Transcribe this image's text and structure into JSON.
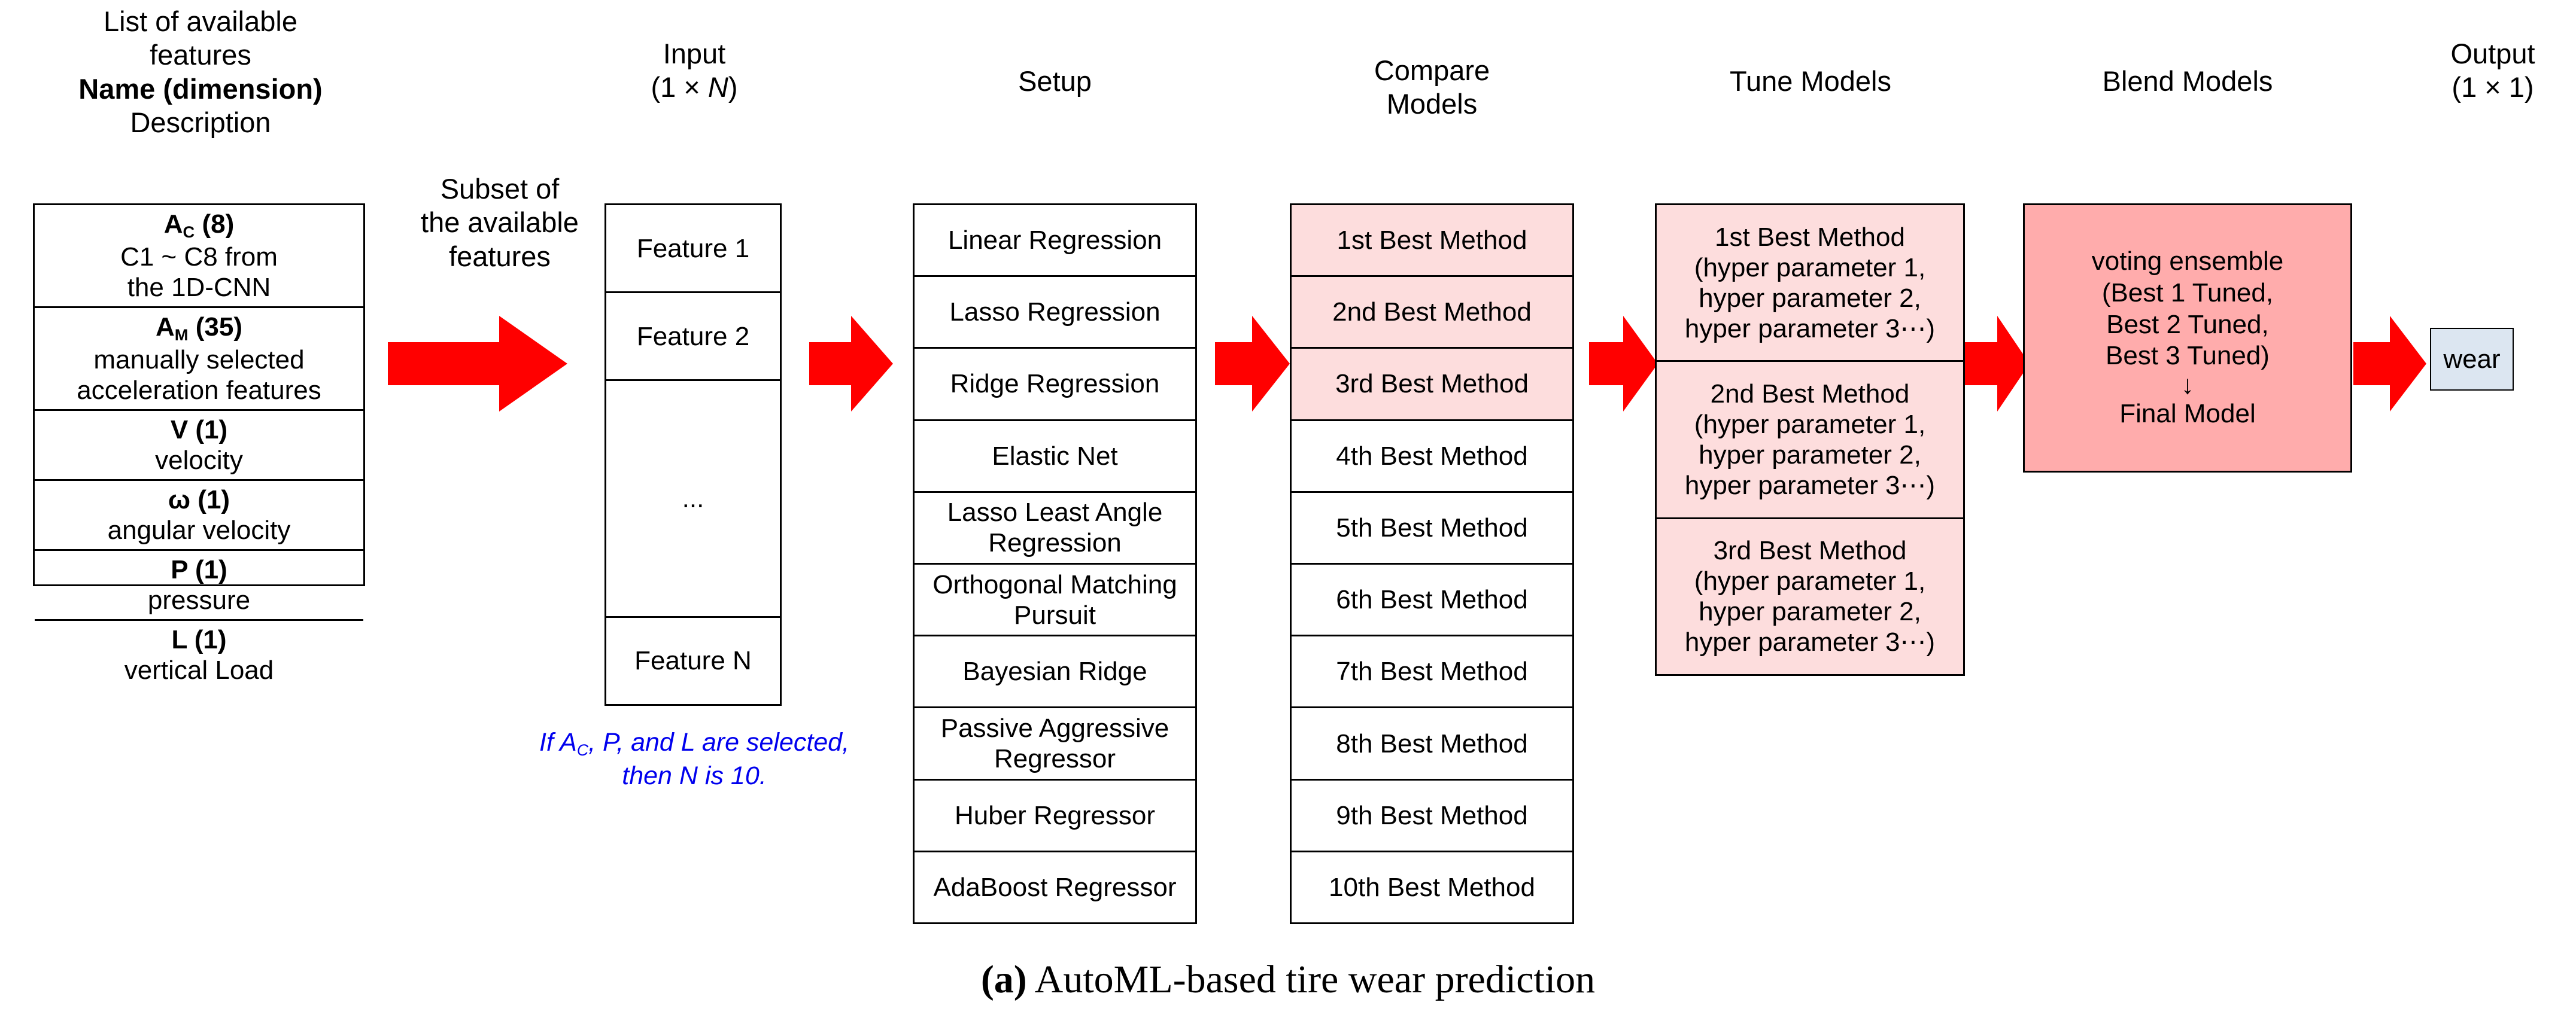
{
  "colors": {
    "arrow_red": "#FF0000",
    "pink_light": "#FDDDDD",
    "pink_strong": "#FFACAC",
    "output_blue": "#DCE6F1",
    "note_blue": "#0000EE",
    "border": "#000000"
  },
  "columns": {
    "features": {
      "header_line1": "List of available",
      "header_line2": "features",
      "header_line3": "Name (dimension)",
      "header_line4": "Description",
      "rows": [
        {
          "name": "A",
          "sub": "C",
          "dim": " (8)",
          "desc_line1": "C1 ~ C8 from",
          "desc_line2": "the 1D-CNN"
        },
        {
          "name": "A",
          "sub": "M",
          "dim": " (35)",
          "desc_line1": "manually selected",
          "desc_line2": "acceleration features"
        },
        {
          "name": "V",
          "sub": "",
          "dim": " (1)",
          "desc_line1": "velocity",
          "desc_line2": ""
        },
        {
          "name": "ω",
          "sub": "",
          "dim": "  (1)",
          "desc_line1": "angular velocity",
          "desc_line2": ""
        },
        {
          "name": "P",
          "sub": "",
          "dim": " (1)",
          "desc_line1": "pressure",
          "desc_line2": ""
        },
        {
          "name": "L",
          "sub": "",
          "dim": " (1)",
          "desc_line1": "vertical Load",
          "desc_line2": ""
        }
      ]
    },
    "subset_label": {
      "line1": "Subset of",
      "line2": "the available",
      "line3": "features"
    },
    "input": {
      "header_line1": "Input",
      "header_line2_pre": "(1 × ",
      "header_line2_var": "N",
      "header_line2_post": ")",
      "rows": [
        "Feature 1",
        "Feature 2",
        "",
        "...",
        "",
        "Feature N"
      ],
      "note_line1_pre": "If A",
      "note_line1_sub": "C",
      "note_line1_post": ", P, and L are selected,",
      "note_line2": "then N is 10."
    },
    "setup": {
      "header": "Setup",
      "methods": [
        "Linear Regression",
        "Lasso Regression",
        "Ridge Regression",
        "Elastic Net",
        "Lasso Least Angle Regression",
        "Orthogonal Matching Pursuit",
        "Bayesian Ridge",
        "Passive Aggressive Regressor",
        "Huber Regressor",
        "AdaBoost Regressor"
      ]
    },
    "compare": {
      "header_line1": "Compare",
      "header_line2": "Models",
      "rows": [
        {
          "label": "1st Best Method",
          "highlighted": true
        },
        {
          "label": "2nd Best Method",
          "highlighted": true
        },
        {
          "label": "3rd Best Method",
          "highlighted": true
        },
        {
          "label": "4th Best Method",
          "highlighted": false
        },
        {
          "label": "5th Best Method",
          "highlighted": false
        },
        {
          "label": "6th Best Method",
          "highlighted": false
        },
        {
          "label": "7th Best Method",
          "highlighted": false
        },
        {
          "label": "8th Best Method",
          "highlighted": false
        },
        {
          "label": "9th Best Method",
          "highlighted": false
        },
        {
          "label": "10th Best Method",
          "highlighted": false
        }
      ]
    },
    "tune": {
      "header": "Tune Models",
      "rows": [
        {
          "title": "1st Best Method",
          "p1": "(hyper parameter 1,",
          "p2": "hyper parameter 2,",
          "p3": "hyper parameter 3⋯)"
        },
        {
          "title": "2nd Best Method",
          "p1": "(hyper parameter 1,",
          "p2": "hyper parameter 2,",
          "p3": "hyper parameter 3⋯)"
        },
        {
          "title": "3rd Best Method",
          "p1": "(hyper parameter 1,",
          "p2": "hyper parameter 2,",
          "p3": "hyper parameter 3⋯)"
        }
      ]
    },
    "blend": {
      "header": "Blend Models",
      "line1": "voting ensemble",
      "line2": "(Best 1 Tuned,",
      "line3": "Best 2 Tuned,",
      "line4": "Best 3 Tuned)",
      "line5": "↓",
      "line6": "Final Model"
    },
    "output": {
      "header_line1": "Output",
      "header_line2": "(1 × 1)",
      "value": "wear"
    }
  },
  "arrows": {
    "count": 6,
    "names": [
      "features-to-input",
      "input-to-setup",
      "setup-to-compare",
      "compare-to-tune",
      "tune-to-blend",
      "blend-to-output"
    ]
  },
  "caption": {
    "label": "(a)",
    "text": " AutoML-based tire wear prediction"
  }
}
